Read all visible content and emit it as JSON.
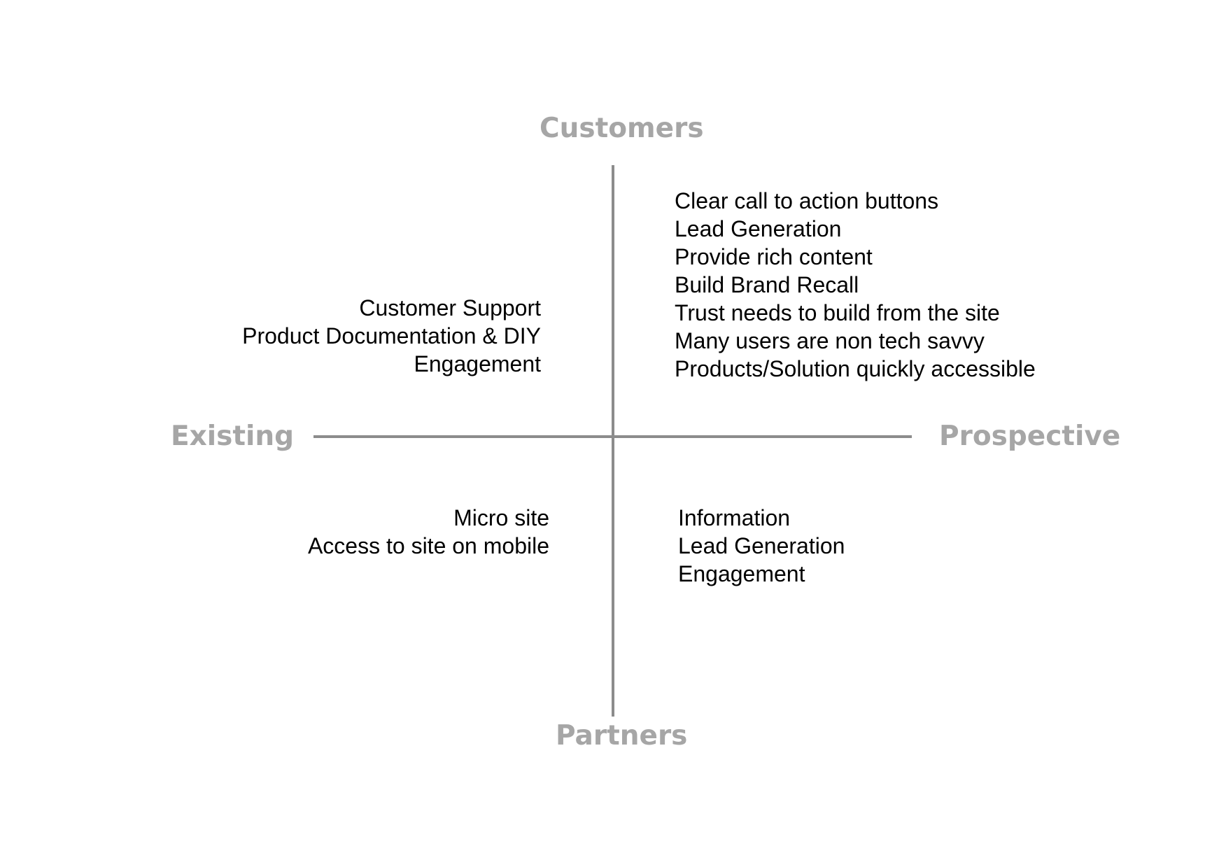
{
  "axes": {
    "top": "Customers",
    "bottom": "Partners",
    "left": "Existing",
    "right": "Prospective"
  },
  "quadrants": {
    "top_left": [
      "Customer Support",
      "Product Documentation & DIY",
      "Engagement"
    ],
    "top_right": [
      "Clear call to action buttons",
      "Lead Generation",
      "Provide rich content",
      "Build Brand Recall",
      "Trust needs to build from the site",
      "Many users are non tech savvy",
      "Products/Solution quickly accessible"
    ],
    "bottom_left": [
      "Micro site",
      "Access to site on mobile"
    ],
    "bottom_right": [
      "Information",
      "Lead Generation",
      "Engagement"
    ]
  },
  "colors": {
    "axis_label": "#a6a6a6",
    "axis_line": "#8c8c8c",
    "text": "#000000",
    "background": "#ffffff"
  }
}
